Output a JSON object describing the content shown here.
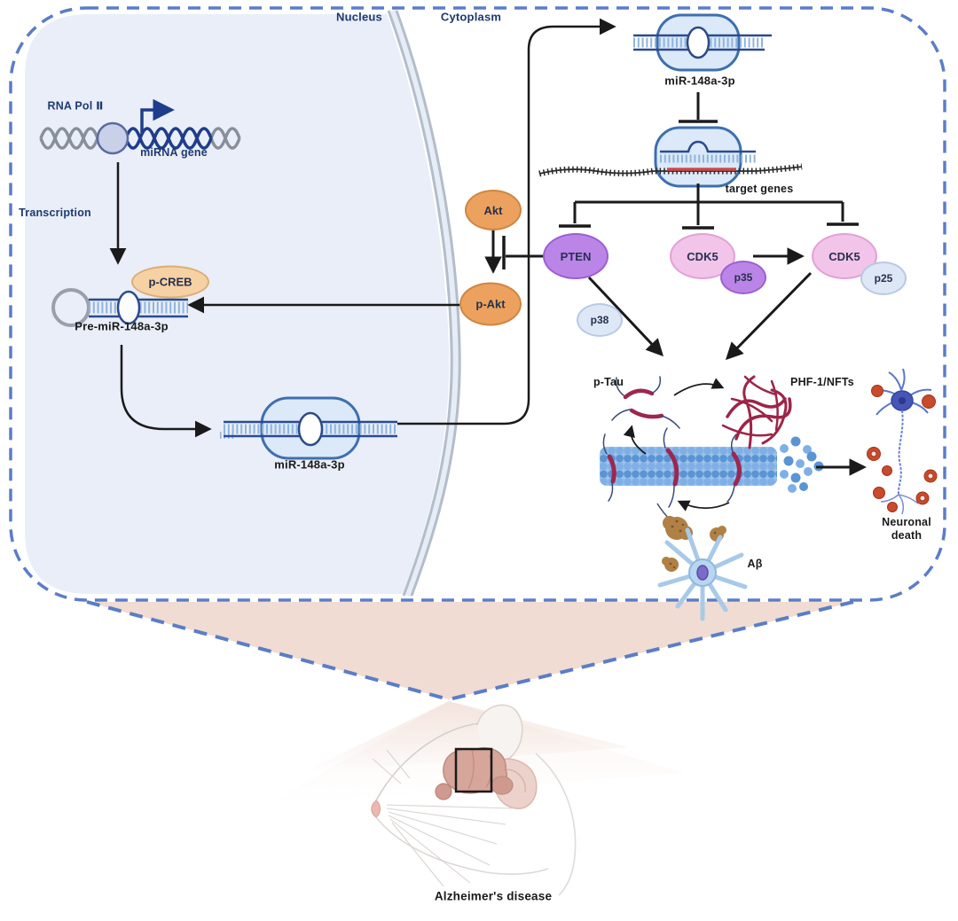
{
  "regions": {
    "nucleus_label": "Nucleus",
    "cytoplasm_label": "Cytoplasm"
  },
  "nucleus": {
    "rna_pol": "RNA Pol Ⅱ",
    "mirna_gene": "miRNA gene",
    "transcription": "Transcription",
    "p_creb": "p-CREB",
    "pre_mir": "Pre-miR-148a-3p",
    "mir": "miR-148a-3p"
  },
  "cytoplasm": {
    "mir": "miR-148a-3p",
    "target_genes": "target genes",
    "akt": "Akt",
    "p_akt": "p-Akt",
    "pten": "PTEN",
    "cdk5_with_p35": "CDK5",
    "p35": "p35",
    "cdk5_with_p25": "CDK5",
    "p25": "p25",
    "p38": "p38",
    "p_tau": "p-Tau",
    "phf_nfts": "PHF-1/NFTs",
    "abeta": "Aβ",
    "neuronal_line1": "Neuronal",
    "neuronal_line2": "death"
  },
  "footer": {
    "disease": "Alzheimer's disease"
  },
  "colors": {
    "panel_dash_blue": "#5b7dc8",
    "nucleus_fill": "#e9eef8",
    "membrane_gray": "#b4bdc9",
    "complex_fill": "#dbe9f8",
    "complex_stroke": "#3e6fae",
    "strand_navy": "#2b4a8e",
    "rung_light_blue": "#8fb4dc",
    "akt_orange": "#eca25e",
    "pcreb_peach": "#f6d1a4",
    "pten_purple": "#bb85e8",
    "cdk5_pink": "#f2c4ea",
    "p25_light_blue": "#dde7f6",
    "salmon_funnel": "#f0dcd3",
    "tau_red": "#9c2750",
    "mrna_red_segment": "#d04848",
    "microtubule_light": "#7eb0e6",
    "microtubule_dark": "#5a94d4",
    "neuron_blue": "#4656b8",
    "death_red": "#c94a2c",
    "plaque_brown": "#b08044",
    "navy_text": "#1e3a6e"
  }
}
